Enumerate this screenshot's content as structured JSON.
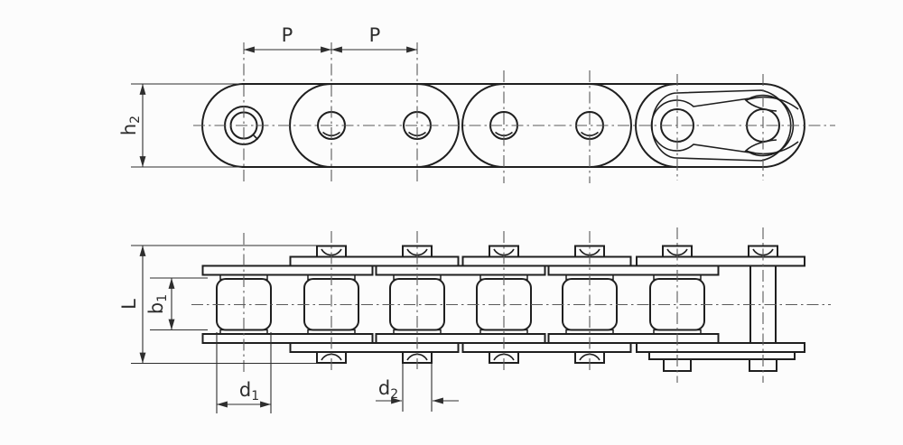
{
  "drawing": {
    "dims": {
      "pitch_a": "P",
      "pitch_b": "P",
      "plate_height": {
        "base": "h",
        "sub": "2"
      },
      "pin_length": "L",
      "inner_width": {
        "base": "b",
        "sub": "1"
      },
      "roller_diameter": {
        "base": "d",
        "sub": "1"
      },
      "pin_diameter": {
        "base": "d",
        "sub": "2"
      }
    },
    "colors": {
      "background": "#fcfcfc",
      "object_line": "#1f1f1f",
      "center_line": "#5a5a5a",
      "dimension": "#2e2e2e"
    }
  }
}
